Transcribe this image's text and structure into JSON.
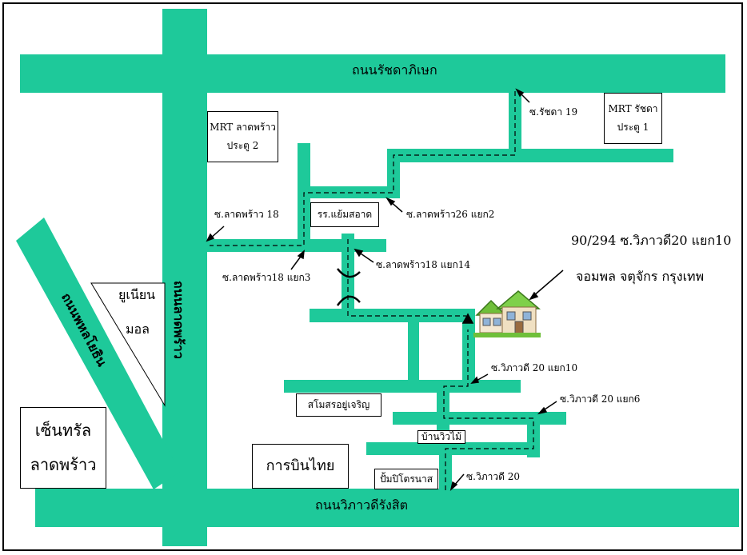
{
  "colors": {
    "road": "#1ec99a",
    "border": "#000000",
    "background": "#ffffff"
  },
  "roads": {
    "ratchadaphisek": "ถนนรัชดาภิเษก",
    "vibhavadi": "ถนนวิภาวดีรังสิต",
    "ladprao": "ถนนลาดพร้าว",
    "phahonyothin": "ถนนพหลโยธิน"
  },
  "sois": {
    "ratchada19": "ซ.รัชดา 19",
    "ladprao18": "ซ.ลาดพร้าว 18",
    "ladprao26_2": "ซ.ลาดพร้าว26 แยก2",
    "ladprao18_3": "ซ.ลาดพร้าว18 แยก3",
    "ladprao18_14": "ซ.ลาดพร้าว18 แยก14",
    "vibhavadi20_10": "ซ.วิภาวดี 20 แยก10",
    "vibhavadi20_6": "ซ.วิภาวดี 20 แยก6",
    "vibhavadi20": "ซ.วิภาวดี 20"
  },
  "landmarks": {
    "mrt_ladprao": [
      "MRT ลาดพร้าว",
      "ประตู 2"
    ],
    "mrt_ratchada": [
      "MRT รัชดา",
      "ประตู 1"
    ],
    "school": "รร.แย้มสอาด",
    "union_mall": [
      "ยูเนียน",
      "มอล"
    ],
    "central": [
      "เซ็นทรัล",
      "ลาดพร้าว"
    ],
    "thai_airways": "การบินไทย",
    "club": "สโมสรอยู่เจริญ",
    "baan_wiwmai": "บ้านวิวไม้",
    "post_office": "ปั้มปิโตรนาส"
  },
  "destination": {
    "line1": "90/294 ซ.วิภาวดี20 แยก10",
    "line2": "จอมพล จตุจักร กรุงเทพ"
  }
}
